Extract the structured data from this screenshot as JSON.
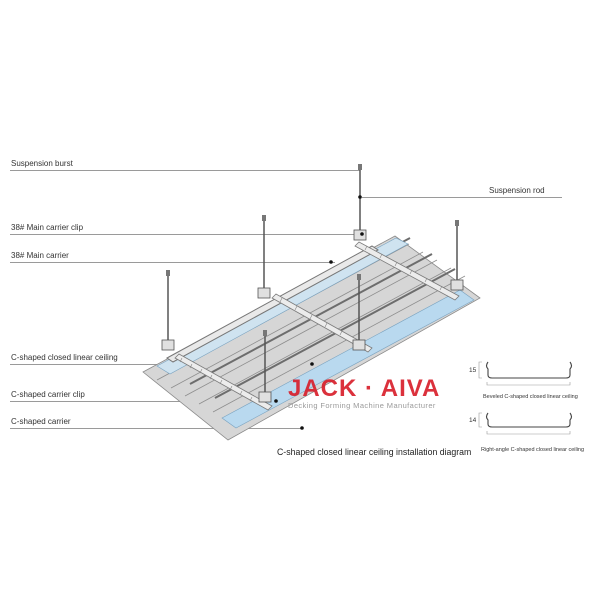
{
  "labels": {
    "suspension_burst": "Suspension burst",
    "suspension_rod": "Suspension rod",
    "main_carrier_clip": "38# Main carrier clip",
    "main_carrier": "38# Main carrier",
    "closed_linear_ceiling": "C-shaped closed linear ceiling",
    "carrier_clip": "C-shaped carrier clip",
    "carrier": "C-shaped carrier"
  },
  "caption": "C-shaped closed linear ceiling installation diagram",
  "watermark": {
    "brand": "JACK · AIVA",
    "tagline": "Decking Forming Machine Manufacturer",
    "color": "#d8202c"
  },
  "profiles": [
    {
      "dimension": "15",
      "name": "Beveled C-shaped closed linear ceiling"
    },
    {
      "dimension": "14",
      "name": "Right-angle C-shaped closed linear ceiling"
    }
  ],
  "colors": {
    "panel": "#d4d4d4",
    "highlight_panel": "#b9d9ef",
    "leader": "#9a9a9a"
  }
}
